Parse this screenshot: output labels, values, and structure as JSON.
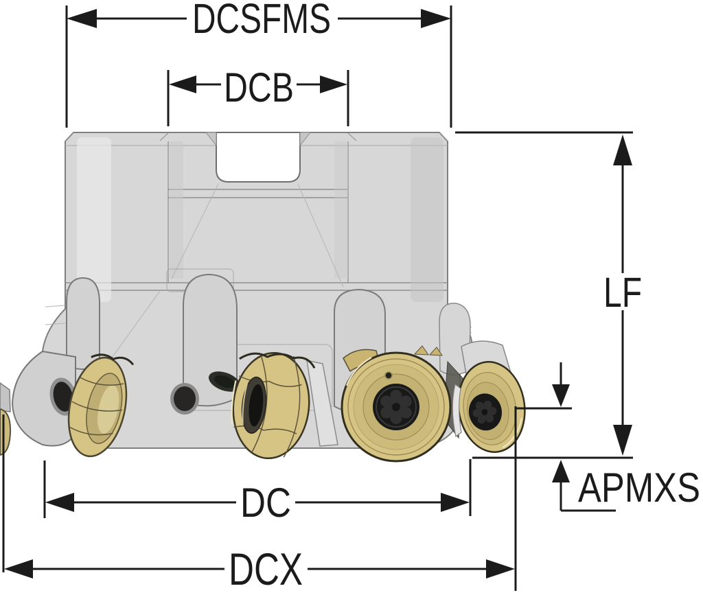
{
  "diagram": {
    "kind": "technical dimension drawing",
    "subject": "indexable face milling cutter with round gold inserts"
  },
  "dimensions": {
    "dcsfms": {
      "label": "DCSFMS"
    },
    "dcb": {
      "label": "DCB"
    },
    "lf": {
      "label": "LF"
    },
    "apmxs": {
      "label": "APMXS"
    },
    "dc": {
      "label": "DC"
    },
    "dcx": {
      "label": "DCX"
    }
  },
  "colors": {
    "dimension_line": "#1b1b1b",
    "body_gray": "#d7d7d7",
    "insert_gold": "#d6c485",
    "insert_gold_dark": "#a08b52",
    "screw_black": "#191919",
    "background": "#ffffff"
  }
}
